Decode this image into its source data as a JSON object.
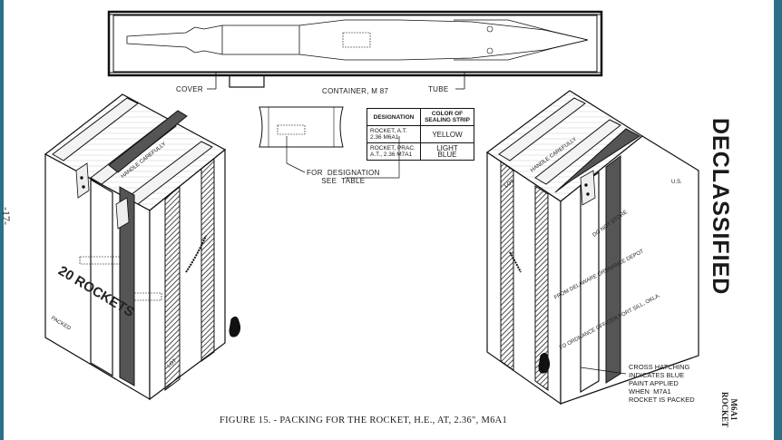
{
  "page_number": "-17-",
  "stamp": "DECLASSIFIED",
  "side_tag": {
    "line1": "M6A1",
    "line2": "ROCKET"
  },
  "container": {
    "cover_label": "COVER",
    "container_label": "CONTAINER, M 87",
    "tube_label": "TUBE"
  },
  "designation_callout": "FOR  DESIGNATION\nSEE  TABLE",
  "designation_table": {
    "headers": [
      "DESIGNATION",
      "COLOR OF SEALING STRIP"
    ],
    "rows": [
      {
        "designation": "ROCKET, A.T. 2.36 M6A1",
        "color": "YELLOW"
      },
      {
        "designation": "ROCKET, PRAC. A.T., 2.36 M7A1",
        "color": "LIGHT BLUE"
      }
    ]
  },
  "left_crate": {
    "top_text": "HANDLE CAREFULLY",
    "front_text": "20 ROCKETS",
    "packed_text": "PACKED",
    "lot_text": "LOT"
  },
  "right_crate": {
    "top_text": "HANDLE CAREFULLY",
    "lot_text": "LOT",
    "us_text": "U.S.",
    "do_not_text": "DO NOT STORE",
    "from_text": "FROM DELAWARE ORDNANCE DEPOT",
    "to_text": "TO ORDNANCE OFFICER FORT SILL, OKLA."
  },
  "cross_hatch_note": "CROSS HATCHING\nINDICATES BLUE\nPAINT APPLIED\nWHEN  M7A1\nROCKET IS PACKED",
  "caption": "FIGURE 15. - PACKING FOR THE ROCKET, H.E., AT, 2.36\", M6A1"
}
